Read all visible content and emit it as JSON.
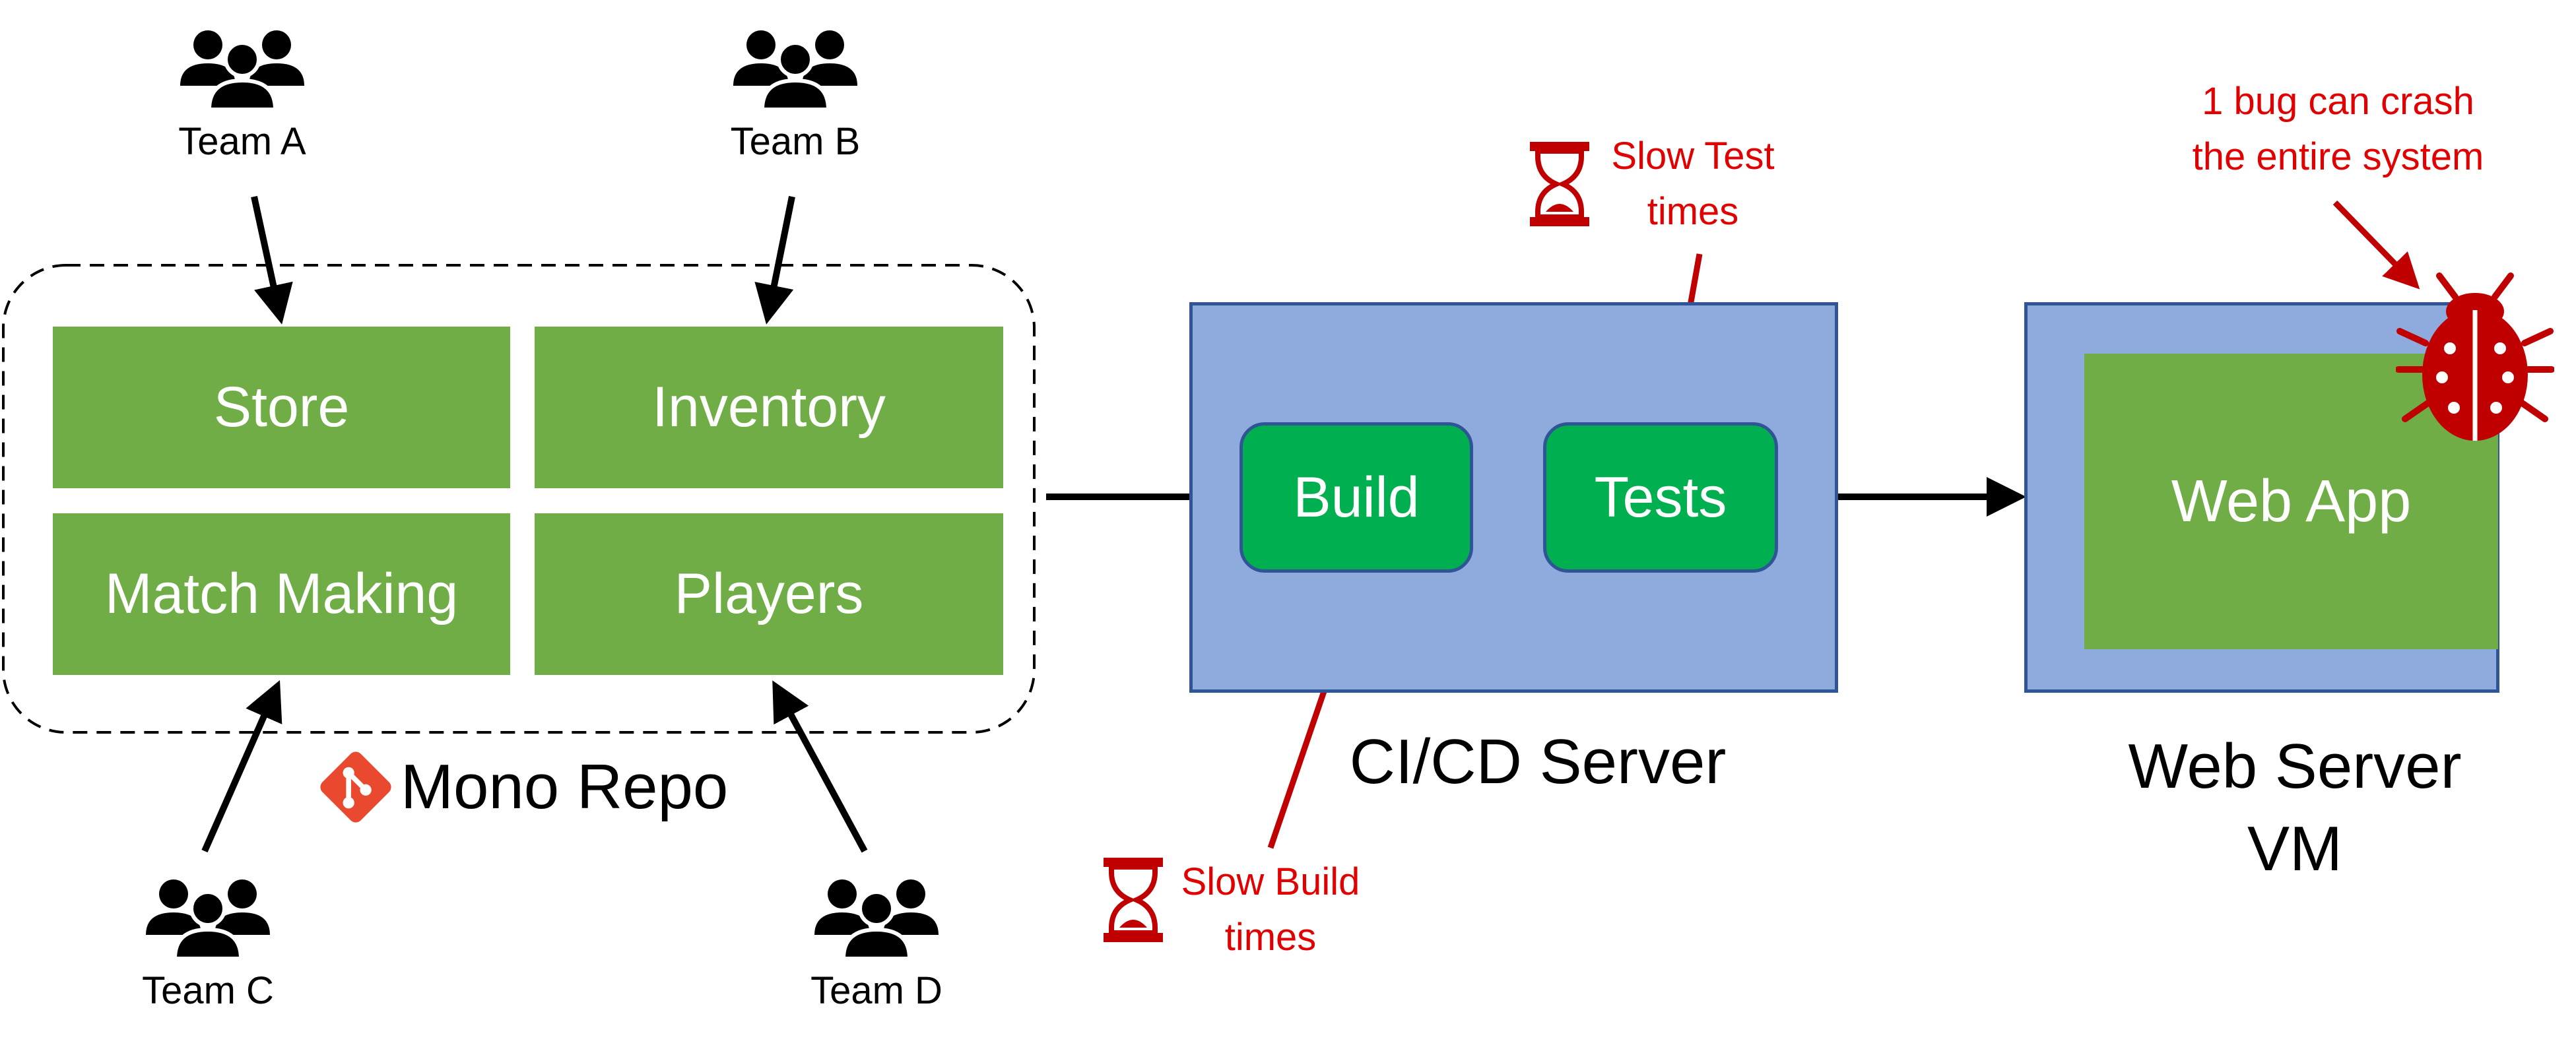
{
  "repo": {
    "label": "Mono Repo",
    "modules": [
      "Store",
      "Inventory",
      "Match Making",
      "Players"
    ]
  },
  "teams": [
    "Team A",
    "Team B",
    "Team C",
    "Team D"
  ],
  "ci": {
    "label": "CI/CD Server",
    "stages": [
      "Build",
      "Tests"
    ]
  },
  "web": {
    "label_line1": "Web Server",
    "label_line2": "VM",
    "app": "Web App"
  },
  "notes": {
    "slow_test_1": "Slow Test",
    "slow_test_2": "times",
    "slow_build_1": "Slow Build",
    "slow_build_2": "times",
    "bug_1": "1 bug can crash",
    "bug_2": "the entire system"
  },
  "colors": {
    "module_green": "#70ad47",
    "stage_green": "#00b050",
    "box_blue": "#8faadc",
    "alert_red": "#e00000"
  },
  "icons": [
    "team-icon",
    "git-icon",
    "hourglass-icon",
    "bug-icon"
  ]
}
